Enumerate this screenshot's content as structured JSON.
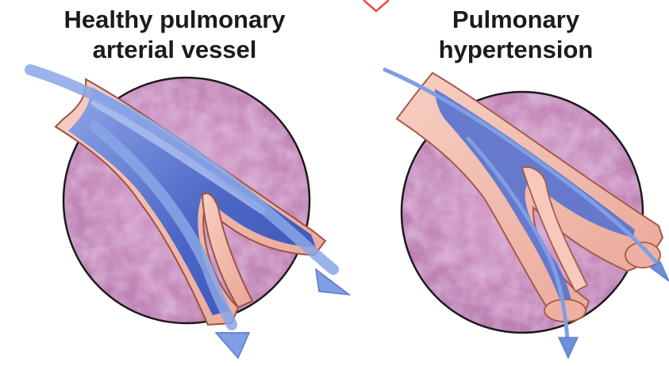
{
  "panels": {
    "healthy": {
      "title_line1": "Healthy pulmonary",
      "title_line2": "arterial vessel"
    },
    "hypertension": {
      "title_line1": "Pulmonary",
      "title_line2": "hypertension"
    }
  },
  "colors": {
    "tissue": "#c48ab8",
    "tissue_dark": "#9a5f95",
    "vessel_wall": "#f2b8a8",
    "vessel_wall_edge": "#a45a4a",
    "lumen": "#4a66c7",
    "flow_arrow": "#7f9ee3"
  },
  "icons": {
    "top_partial_arrow": "red-arrow-tip-icon"
  }
}
